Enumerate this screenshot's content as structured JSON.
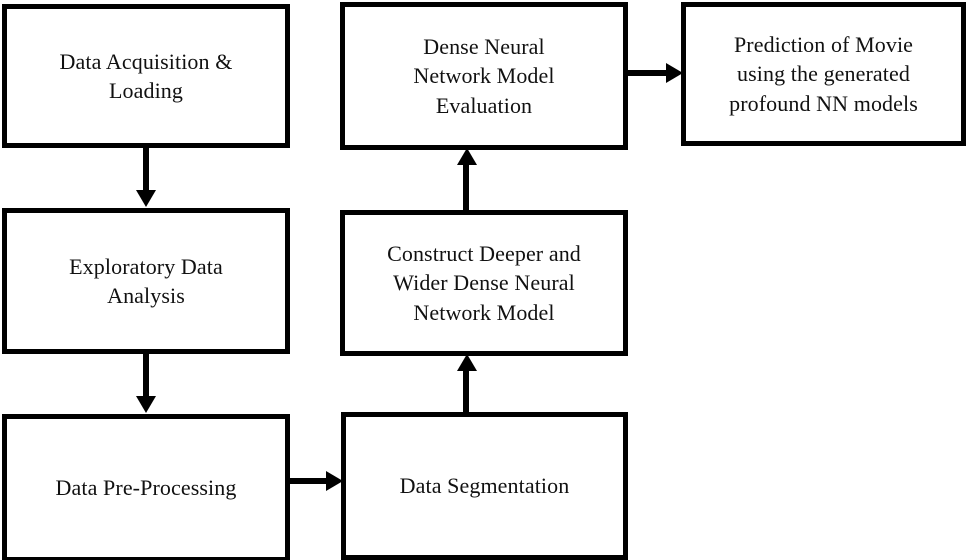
{
  "diagram": {
    "type": "flowchart",
    "background_color": "#ffffff",
    "stroke_color": "#000000",
    "text_color": "#111111",
    "nodes": [
      {
        "id": "data-acquisition",
        "label": "Data Acquisition &\nLoading",
        "shape": "rectangle",
        "column": "left",
        "row": 1
      },
      {
        "id": "dense-eval",
        "label": "Dense Neural\nNetwork Model\nEvaluation",
        "shape": "rectangle",
        "column": "middle",
        "row": 1
      },
      {
        "id": "prediction",
        "label": "Prediction of Movie\nusing the generated\nprofound NN models",
        "shape": "rectangle",
        "column": "right",
        "row": 1
      },
      {
        "id": "eda",
        "label": "Exploratory Data\nAnalysis",
        "shape": "rectangle",
        "column": "left",
        "row": 2
      },
      {
        "id": "construct",
        "label": "Construct Deeper and\nWider Dense Neural\nNetwork Model",
        "shape": "rectangle",
        "column": "middle",
        "row": 2
      },
      {
        "id": "preprocessing",
        "label": "Data Pre-Processing",
        "shape": "rectangle",
        "column": "left",
        "row": 3
      },
      {
        "id": "segmentation",
        "label": "Data Segmentation",
        "shape": "rectangle",
        "column": "middle",
        "row": 3
      }
    ],
    "edges": [
      {
        "id": "acq-to-eda",
        "from": "data-acquisition",
        "to": "eda",
        "direction": "down",
        "label": ""
      },
      {
        "id": "eda-to-pre",
        "from": "eda",
        "to": "preprocessing",
        "direction": "down",
        "label": ""
      },
      {
        "id": "pre-to-seg",
        "from": "preprocessing",
        "to": "segmentation",
        "direction": "right",
        "label": ""
      },
      {
        "id": "seg-to-con",
        "from": "segmentation",
        "to": "construct",
        "direction": "up",
        "label": ""
      },
      {
        "id": "con-to-dense",
        "from": "construct",
        "to": "dense-eval",
        "direction": "up",
        "label": ""
      },
      {
        "id": "dense-to-pred",
        "from": "dense-eval",
        "to": "prediction",
        "direction": "right",
        "label": ""
      }
    ]
  }
}
